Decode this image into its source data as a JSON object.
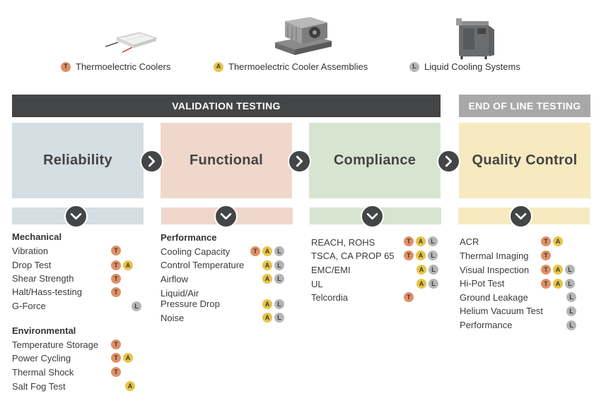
{
  "legend": [
    {
      "letter": "T",
      "label": "Thermoelectric Coolers"
    },
    {
      "letter": "A",
      "label": "Thermoelectric Cooler Assemblies"
    },
    {
      "letter": "L",
      "label": "Liquid Cooling Systems"
    }
  ],
  "headers": {
    "validation": "VALIDATION TESTING",
    "eol": "END OF LINE TESTING"
  },
  "phases": [
    "Reliability",
    "Functional",
    "Compliance",
    "Quality Control"
  ],
  "columns": {
    "reliability": {
      "sections": [
        {
          "title": "Mechanical",
          "items": [
            {
              "label": "Vibration",
              "badges": [
                "T"
              ]
            },
            {
              "label": "Drop Test",
              "badges": [
                "T",
                "A"
              ]
            },
            {
              "label": "Shear Strength",
              "badges": [
                "T"
              ]
            },
            {
              "label": "Halt/Hass-testing",
              "badges": [
                "T"
              ]
            },
            {
              "label": "G-Force",
              "badges": [
                "L"
              ]
            }
          ]
        },
        {
          "title": "Environmental",
          "items": [
            {
              "label": "Temperature Storage",
              "badges": [
                "T"
              ]
            },
            {
              "label": "Power Cycling",
              "badges": [
                "T",
                "A"
              ]
            },
            {
              "label": "Thermal Shock",
              "badges": [
                "T"
              ]
            },
            {
              "label": "Salt Fog Test",
              "badges": [
                "A"
              ]
            }
          ]
        }
      ]
    },
    "functional": {
      "sections": [
        {
          "title": "Performance",
          "items": [
            {
              "label": "Cooling Capacity",
              "badges": [
                "T",
                "A",
                "L"
              ]
            },
            {
              "label": "Control Temperature",
              "badges": [
                "A",
                "L"
              ]
            },
            {
              "label": "Airflow",
              "badges": [
                "A",
                "L"
              ]
            },
            {
              "label": "Liquid/Air",
              "label2": "Pressure Drop",
              "badges": [
                "A",
                "L"
              ]
            },
            {
              "label": "Noise",
              "badges": [
                "A",
                "L"
              ]
            }
          ]
        }
      ]
    },
    "compliance": {
      "items": [
        {
          "label": "REACH, ROHS",
          "badges": [
            "T",
            "A",
            "L"
          ]
        },
        {
          "label": "TSCA, CA PROP 65",
          "badges": [
            "T",
            "A",
            "L"
          ]
        },
        {
          "label": "EMC/EMI",
          "badges": [
            "A",
            "L"
          ]
        },
        {
          "label": "UL",
          "badges": [
            "A",
            "L"
          ]
        },
        {
          "label": "Telcordia",
          "badges": [
            "T"
          ]
        }
      ]
    },
    "quality": {
      "items": [
        {
          "label": "ACR",
          "badges": [
            "T",
            "A"
          ]
        },
        {
          "label": "Thermal Imaging",
          "badges": [
            "T"
          ]
        },
        {
          "label": "Visual Inspection",
          "badges": [
            "T",
            "A",
            "L"
          ]
        },
        {
          "label": "Hi-Pot Test",
          "badges": [
            "T",
            "A",
            "L"
          ]
        },
        {
          "label": "Ground Leakage",
          "badges": [
            "L"
          ]
        },
        {
          "label": "Helium Vacuum Test",
          "badges": [
            "L"
          ]
        },
        {
          "label": "Performance",
          "badges": [
            "L"
          ]
        }
      ]
    }
  },
  "colors": {
    "T": "#e08f66",
    "A": "#e7c446",
    "L": "#b5b5b5",
    "validation_bar": "#444546",
    "eol_bar": "#a8a8a8",
    "reliability": "#d4dee3",
    "functional": "#f0d7cb",
    "compliance": "#d7e5d0",
    "quality": "#f7eac0"
  },
  "icons": {
    "next": "chevron-right-icon",
    "expand": "chevron-down-icon"
  }
}
